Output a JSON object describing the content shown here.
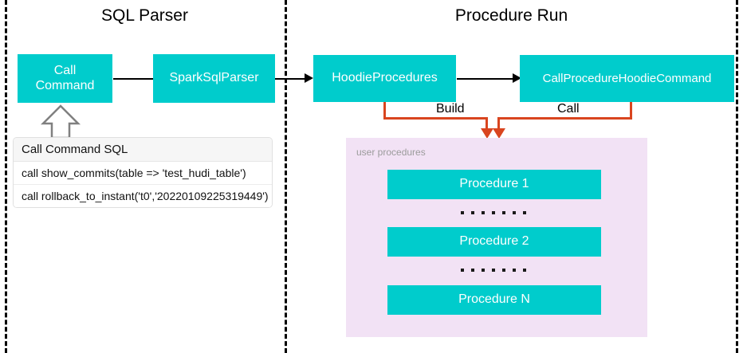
{
  "diagram": {
    "sections": [
      {
        "title": "SQL Parser"
      },
      {
        "title": "Procedure Run"
      }
    ],
    "nodes": {
      "call_command": "Call\nCommand",
      "call_command_line1": "Call",
      "call_command_line2": "Command",
      "spark_sql_parser": "SparkSqlParser",
      "hoodie_procedures": "HoodieProcedures",
      "call_procedure_hoodie_command": "CallProcedureHoodieCommand"
    },
    "edges": {
      "build_label": "Build",
      "call_label": "Call"
    },
    "sql_card": {
      "header": "Call Command SQL",
      "rows": [
        "call show_commits(table => 'test_hudi_table')",
        "call rollback_to_instant('t0','20220109225319449')"
      ]
    },
    "procedures_panel": {
      "label": "user procedures",
      "items": [
        "Procedure 1",
        "Procedure 2",
        "Procedure N"
      ],
      "separator": "......."
    },
    "colors": {
      "teal": "#00CCCC",
      "panel_pink": "#F2E2F5",
      "orange": "#D9451F",
      "divider": "#000000",
      "text_light": "#9b9b9b"
    }
  }
}
